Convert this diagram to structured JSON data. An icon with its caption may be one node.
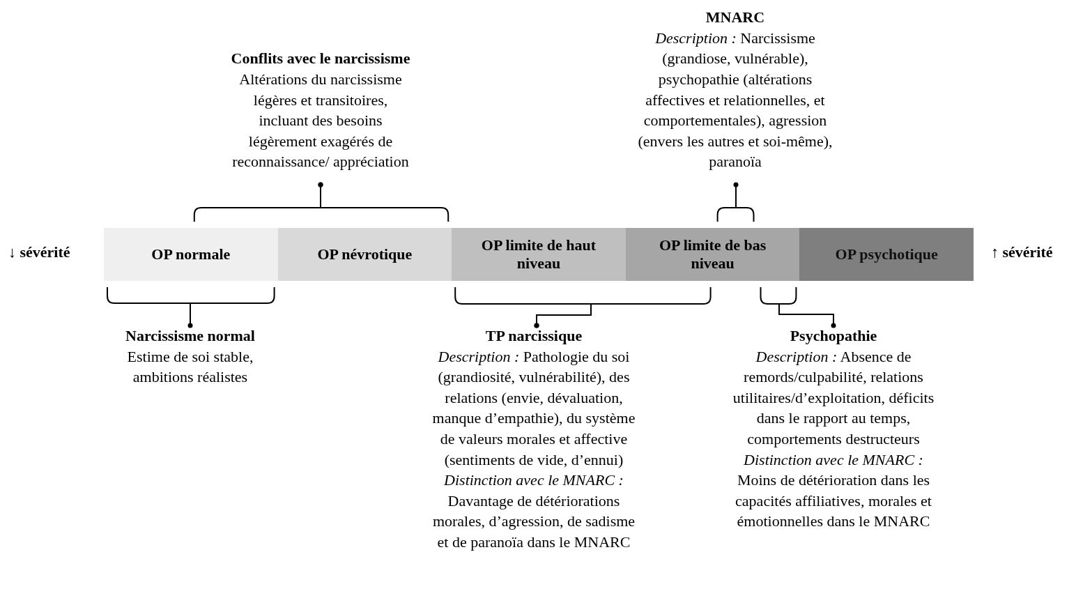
{
  "diagram": {
    "nodes": [
      {
        "text": [
          "Conflits avec le narcissisme",
          "Altérations du narcissisme légères et transitoires, incluant des besoins légèrement exagérés de reconnaissance/ appréciation"
        ]
      },
      {
        "text": [
          "MNARC",
          "*Description :* Narcissisme (grandiose, vulnérable), psychopathie (altérations affectives et relationnelles, et comportementales), agression (envers les autres et soi-même), paranoïa"
        ]
      },
      {
        "text": [
          "OP normale"
        ]
      },
      {
        "text": [
          "OP névrotique"
        ]
      },
      {
        "text": [
          "OP limite de haut niveau"
        ]
      },
      {
        "text": [
          "OP limite de bas niveau"
        ]
      },
      {
        "text": [
          "OP psychotique"
        ]
      },
      {
        "text": [
          "Narcissisme normal",
          "Estime de soi stable, ambitions réalistes"
        ]
      },
      {
        "text": [
          "TP narcissique",
          "*Description :* Pathologie du soi (grandiosité, vulnérabilité), des relations (envie, dévaluation, manque d’empathie), du système de valeurs morales et affective (sentiments de vide, d’ennui)",
          "*Distinction avec le MNARC :* Davantage de détériorations morales, d’agression, de sadisme et de paranoïa dans le MNARC"
        ]
      },
      {
        "text": [
          "Psychopathie",
          "*Description :* Absence de remords/culpabilité, relations utilitaires/d’exploitation, déficits dans le rapport au temps, comportements destructeurs",
          "*Distinction avec le MNARC :* Moins de détérioration dans les capacités affiliatives, morales et émotionnelles dans le MNARC"
        ]
      }
    ],
    "edges": [
      {
        "from": 0,
        "to": 2,
        "arrow": "other"
      },
      {
        "from": 0,
        "to": 3,
        "arrow": "other"
      },
      {
        "from": 1,
        "to": 5,
        "arrow": "other"
      },
      {
        "from": 7,
        "to": 2,
        "arrow": "other"
      },
      {
        "from": 8,
        "to": 4,
        "arrow": "other"
      },
      {
        "from": 8,
        "to": 5,
        "arrow": "other"
      },
      {
        "from": 9,
        "to": 5,
        "arrow": "other"
      }
    ],
    "labels": [
      "↓ sévérité",
      "↑ sévérité"
    ]
  }
}
